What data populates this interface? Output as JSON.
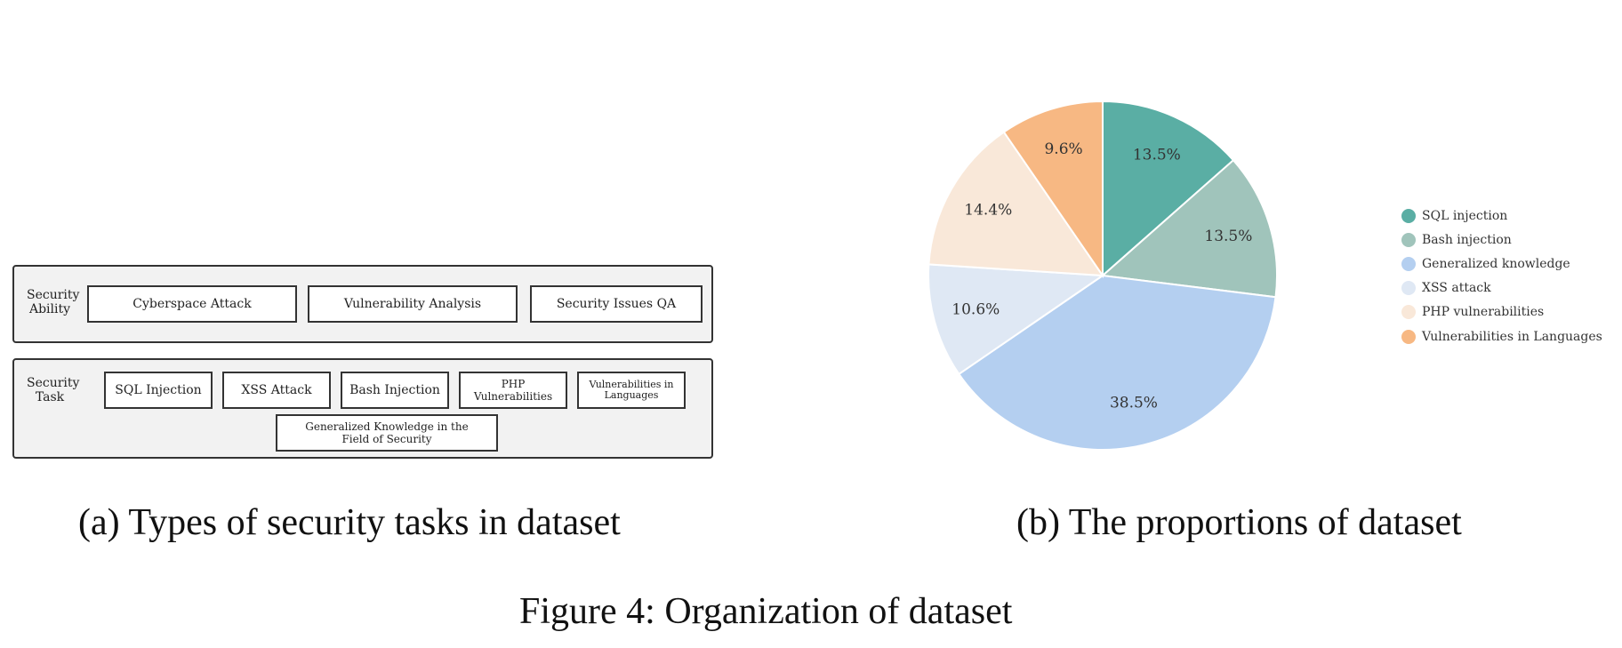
{
  "panel_a": {
    "ability": {
      "label": "Security Ability",
      "items": [
        "Cyberspace Attack",
        "Vulnerability Analysis",
        "Security Issues QA"
      ]
    },
    "task": {
      "label": "Security Task",
      "items": [
        "SQL Injection",
        "XSS Attack",
        "Bash Injection",
        "PHP Vulnerabilities",
        "Vulnerabilities in Languages",
        "Generalized Knowledge in the Field of Security"
      ]
    },
    "caption": "(a) Types of security tasks in dataset"
  },
  "panel_b": {
    "caption": "(b) The proportions of dataset"
  },
  "figure_caption": "Figure 4: Organization of dataset",
  "chart_data": {
    "type": "pie",
    "categories": [
      "SQL injection",
      "Bash injection",
      "Generalized knowledge",
      "XSS attack",
      "PHP vulnerabilities",
      "Vulnerabilities in  Languages"
    ],
    "values": [
      13.5,
      13.5,
      38.5,
      10.6,
      14.4,
      9.6
    ],
    "labels": [
      "13.5%",
      "13.5%",
      "38.5%",
      "10.6%",
      "14.4%",
      "9.6%"
    ],
    "colors": [
      "#5aaea4",
      "#a0c4bb",
      "#b4cff0",
      "#dfe8f4",
      "#f9e8d9",
      "#f7b883"
    ],
    "start_angle": "12 o'clock",
    "direction": "clockwise",
    "legend_position": "right"
  }
}
